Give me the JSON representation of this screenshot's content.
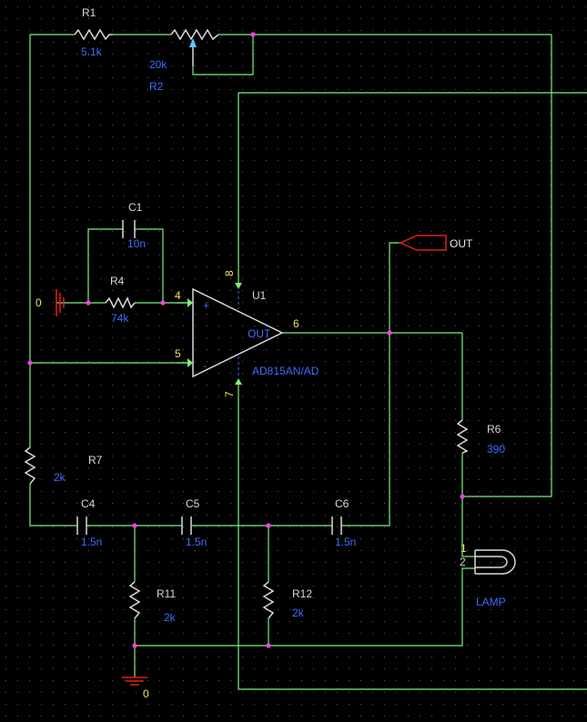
{
  "grid": {
    "color": "#5a5a5a"
  },
  "colors": {
    "wire": "#7cf07c",
    "junction": "#ff3ce6",
    "part": "#d8d8d8",
    "value": "#3a6dff",
    "pin": "#f0e060",
    "ground": "#e02020"
  },
  "components": {
    "r1": {
      "ref": "R1",
      "value": "5.1k"
    },
    "r2": {
      "ref": "R2",
      "value": "20k"
    },
    "c1": {
      "ref": "C1",
      "value": "10n"
    },
    "r4": {
      "ref": "R4",
      "value": "74k"
    },
    "u1": {
      "ref": "U1",
      "part": "AD815AN/AD",
      "out_label": "OUT",
      "plus_sign": "+",
      "minus_sign": "-",
      "pins": {
        "p4": "4",
        "p5": "5",
        "p6": "6",
        "p7": "7",
        "p8": "8"
      }
    },
    "r6": {
      "ref": "R6",
      "value": "390"
    },
    "r7": {
      "ref": "R7",
      "value": "2k"
    },
    "c4": {
      "ref": "C4",
      "value": "1.5n"
    },
    "c5": {
      "ref": "C5",
      "value": "1.5n"
    },
    "c6": {
      "ref": "C6",
      "value": "1.5n"
    },
    "r11": {
      "ref": "R11",
      "value": "2k"
    },
    "r12": {
      "ref": "R12",
      "value": "2k"
    },
    "lamp": {
      "ref": "LAMP",
      "pin1": "1",
      "pin2": "2"
    }
  },
  "ports": {
    "out": "OUT"
  },
  "grounds": {
    "left": "0",
    "bottom": "0"
  }
}
